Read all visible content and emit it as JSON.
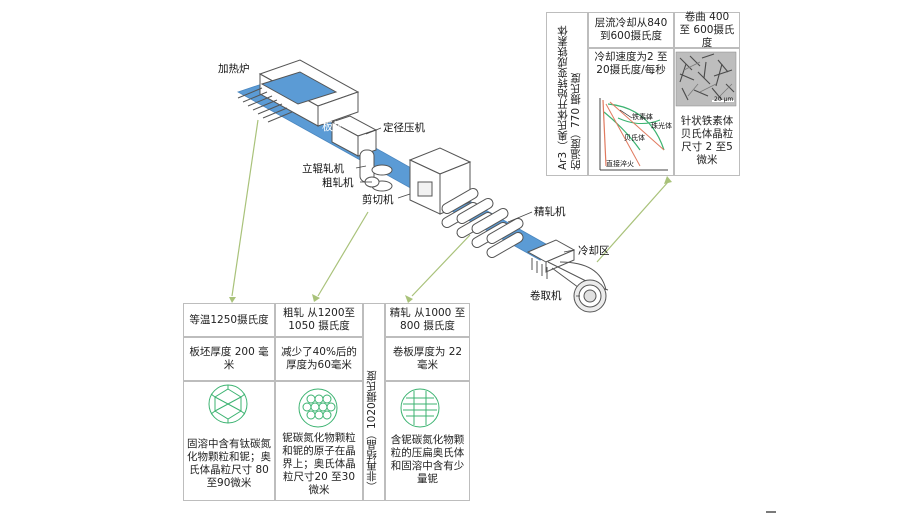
{
  "colors": {
    "slab": "#5b9bd5",
    "slab_label": "#ffffff",
    "arrow": "#a9c27a",
    "micro": "#3cb371",
    "machine_stroke": "#555555"
  },
  "machines": {
    "furnace": "加热炉",
    "slab": "板坯",
    "sizing_press": "定径压机",
    "edger": "立辊轧机",
    "roughing": "粗轧机",
    "shear": "剪切机",
    "finishing": "精轧机",
    "cooling": "冷却区",
    "coiler": "卷取机"
  },
  "stages": {
    "reheat": {
      "temp": "等温1250摄氏度",
      "thickness": "板坯厚度 200 毫米",
      "micro": "固溶中含有钛碳氮化物颗粒和铌；奥氏体晶粒尺寸 80 至90微米"
    },
    "rough": {
      "temp": "粗轧 从1200至1050 摄氏度",
      "thickness": "减少了40%后的厚度为60毫米",
      "micro": "铌碳氮化物颗粒和铌的原子在晶界上；奥氏体晶粒尺寸20 至30微米"
    },
    "nonrecryst": {
      "label": "（非再结晶）1020摄氏度"
    },
    "finish": {
      "temp": "精轧 从1000 至 800 摄氏度",
      "thickness": "卷板厚度为 22 毫米",
      "micro": "含铌碳氮化物颗粒的压扁奥氏体和固溶中含有少量铌"
    }
  },
  "cooling_panel": {
    "ar3": "Ar3（奥氏体开始转变成铁素体的温度）770 摄氏度",
    "laminar": "层流冷却从840到600摄氏度",
    "rate": "冷却速度为2 至 20摄氏度/每秒",
    "coiling": "卷曲 400 至 600摄氏度",
    "result": "针状铁素体贝氏体晶粒尺寸 2 至5 微米",
    "cct_ferrite": "铁素体",
    "cct_pearlite": "珠光体",
    "cct_bainite": "贝氏体",
    "cct_quench": "直接淬火",
    "scale_bar": "20 μm"
  }
}
